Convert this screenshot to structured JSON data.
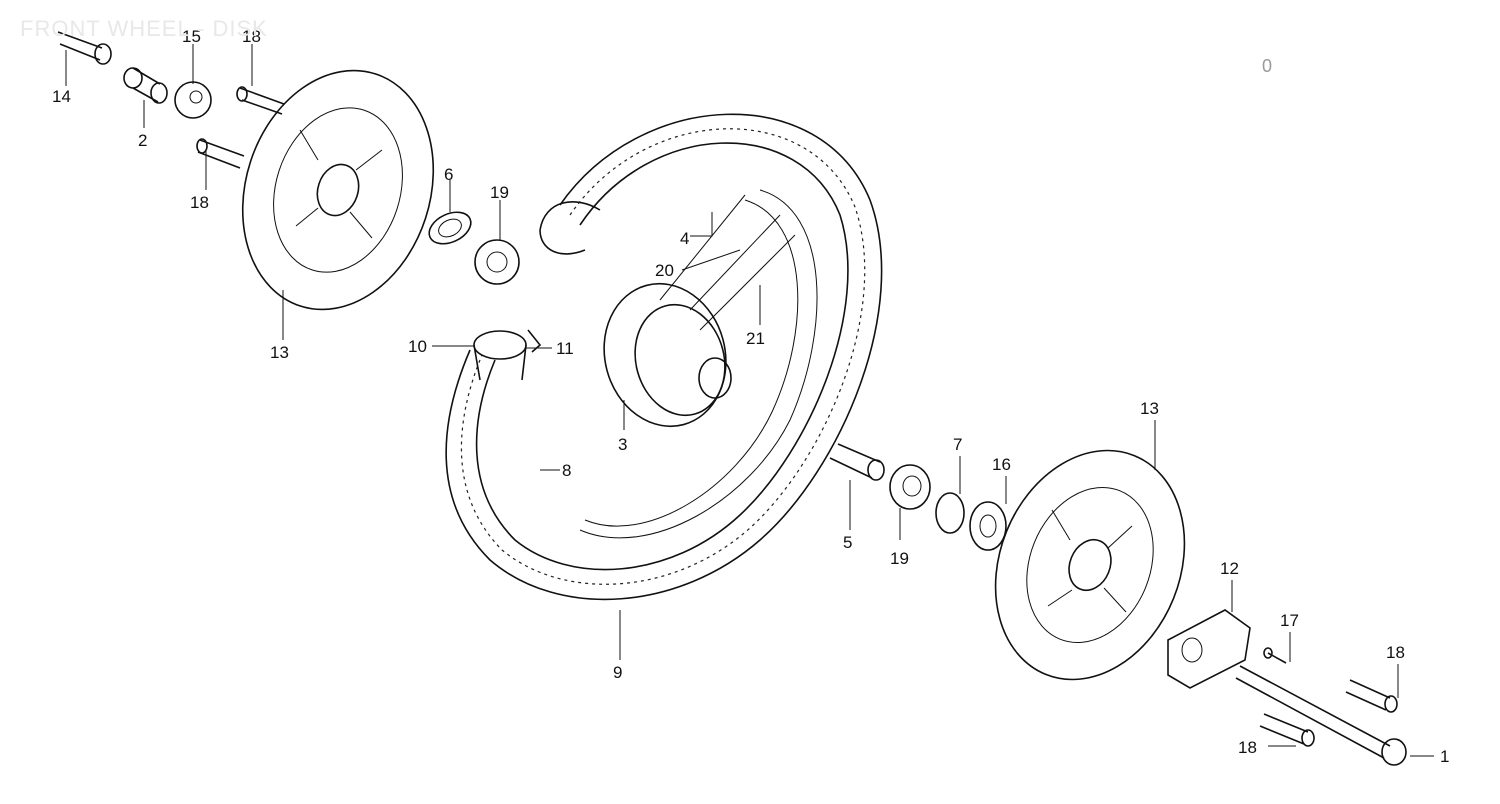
{
  "title": "FRONT WHEEL - DISK",
  "corner_mark": "0",
  "callouts": {
    "c1": "1",
    "c2": "2",
    "c3": "3",
    "c4": "4",
    "c5": "5",
    "c6": "6",
    "c7": "7",
    "c8": "8",
    "c9": "9",
    "c10": "10",
    "c11": "11",
    "c12": "12",
    "c13a": "13",
    "c13b": "13",
    "c14": "14",
    "c15": "15",
    "c16": "16",
    "c17": "17",
    "c18a": "18",
    "c18b": "18",
    "c18c": "18",
    "c18d": "18",
    "c19a": "19",
    "c19b": "19",
    "c20": "20",
    "c21": "21"
  }
}
